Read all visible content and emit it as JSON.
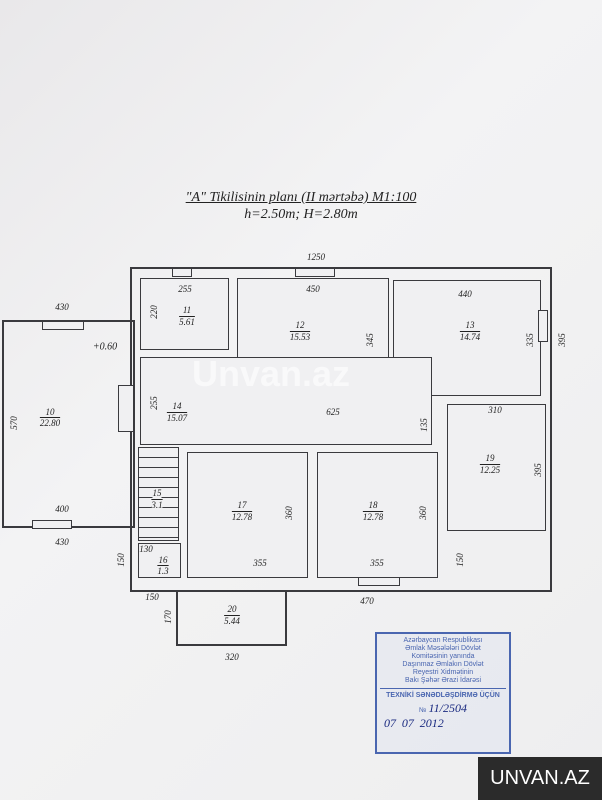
{
  "title": "\"A\" Tikilisinin planı (II mərtəbə) M1:100",
  "subtitle": "h=2.50m; H=2.80m",
  "dims": {
    "total_width": "1250",
    "r11_w": "255",
    "r11_h": "220",
    "r12_w": "450",
    "r12_h": "345",
    "r13_w": "440",
    "r13_h": "335",
    "right_395": "395",
    "left_430_top": "430",
    "left_430_bottom": "430",
    "r10_h": "570",
    "r10_w": "400",
    "level": "+0.60",
    "r14_h": "255",
    "r14_w": "625",
    "r14_135": "135",
    "r19_w": "310",
    "r19_h": "395",
    "r17_h": "360",
    "r17_w": "355",
    "r18_h": "360",
    "r18_w": "355",
    "r16_w": "130",
    "left_150": "150",
    "right_150": "150",
    "bottom_150": "150",
    "bottom_470": "470",
    "r20_h": "170",
    "r20_w": "320"
  },
  "rooms": [
    {
      "no": "10",
      "area": "22.80"
    },
    {
      "no": "11",
      "area": "5.61"
    },
    {
      "no": "12",
      "area": "15.53"
    },
    {
      "no": "13",
      "area": "14.74"
    },
    {
      "no": "14",
      "area": "15.07"
    },
    {
      "no": "15",
      "area": "3.1"
    },
    {
      "no": "16",
      "area": "1.3"
    },
    {
      "no": "17",
      "area": "12.78"
    },
    {
      "no": "18",
      "area": "12.78"
    },
    {
      "no": "19",
      "area": "12.25"
    },
    {
      "no": "20",
      "area": "5.44"
    }
  ],
  "stamp": {
    "lines": [
      "Azərbaycan Respublikası",
      "Əmlak Məsələləri Dövlət",
      "Komitəsinin yanında",
      "Daşınmaz Əmlakın Dövlət",
      "Reyestri Xidmətinin",
      "Bakı Şəhər Ərazi İdarəsi"
    ],
    "purpose": "TEXNİKİ SƏNƏDLƏŞDİRMƏ ÜÇÜN",
    "number_label": "№",
    "number": "11/2504",
    "day": "07",
    "month": "07",
    "year": "2012"
  },
  "watermark": "Unvan.az",
  "badge": "UNVAN.AZ"
}
